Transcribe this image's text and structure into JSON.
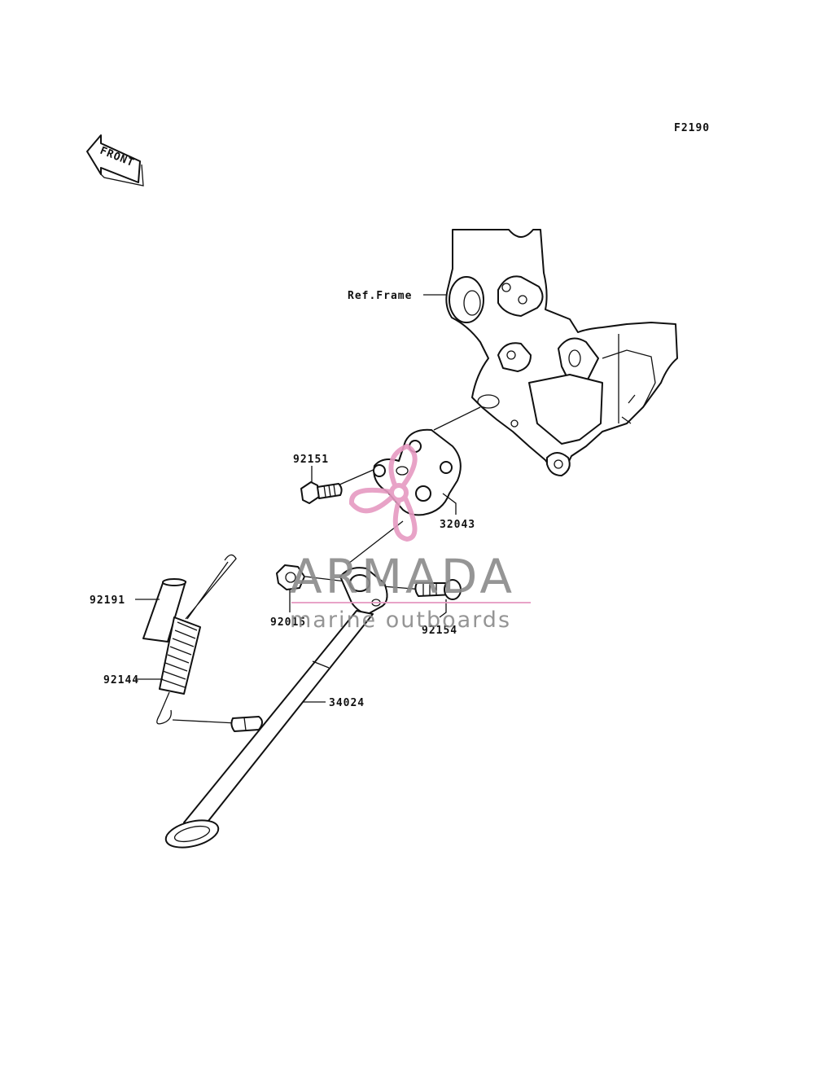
{
  "diagram": {
    "code": "F2190",
    "front_arrow_label": "FRONT",
    "reference_label": "Ref.Frame",
    "parts": {
      "p92151": "92151",
      "p32043": "32043",
      "p92191": "92191",
      "p92015": "92015",
      "p92154": "92154",
      "p92144": "92144",
      "p34024": "34024"
    }
  },
  "watermark": {
    "brand": "ARMADA",
    "tagline": "marine outboards",
    "colors": {
      "brand": "#8a8a8a",
      "accent": "#e69ac2"
    }
  }
}
